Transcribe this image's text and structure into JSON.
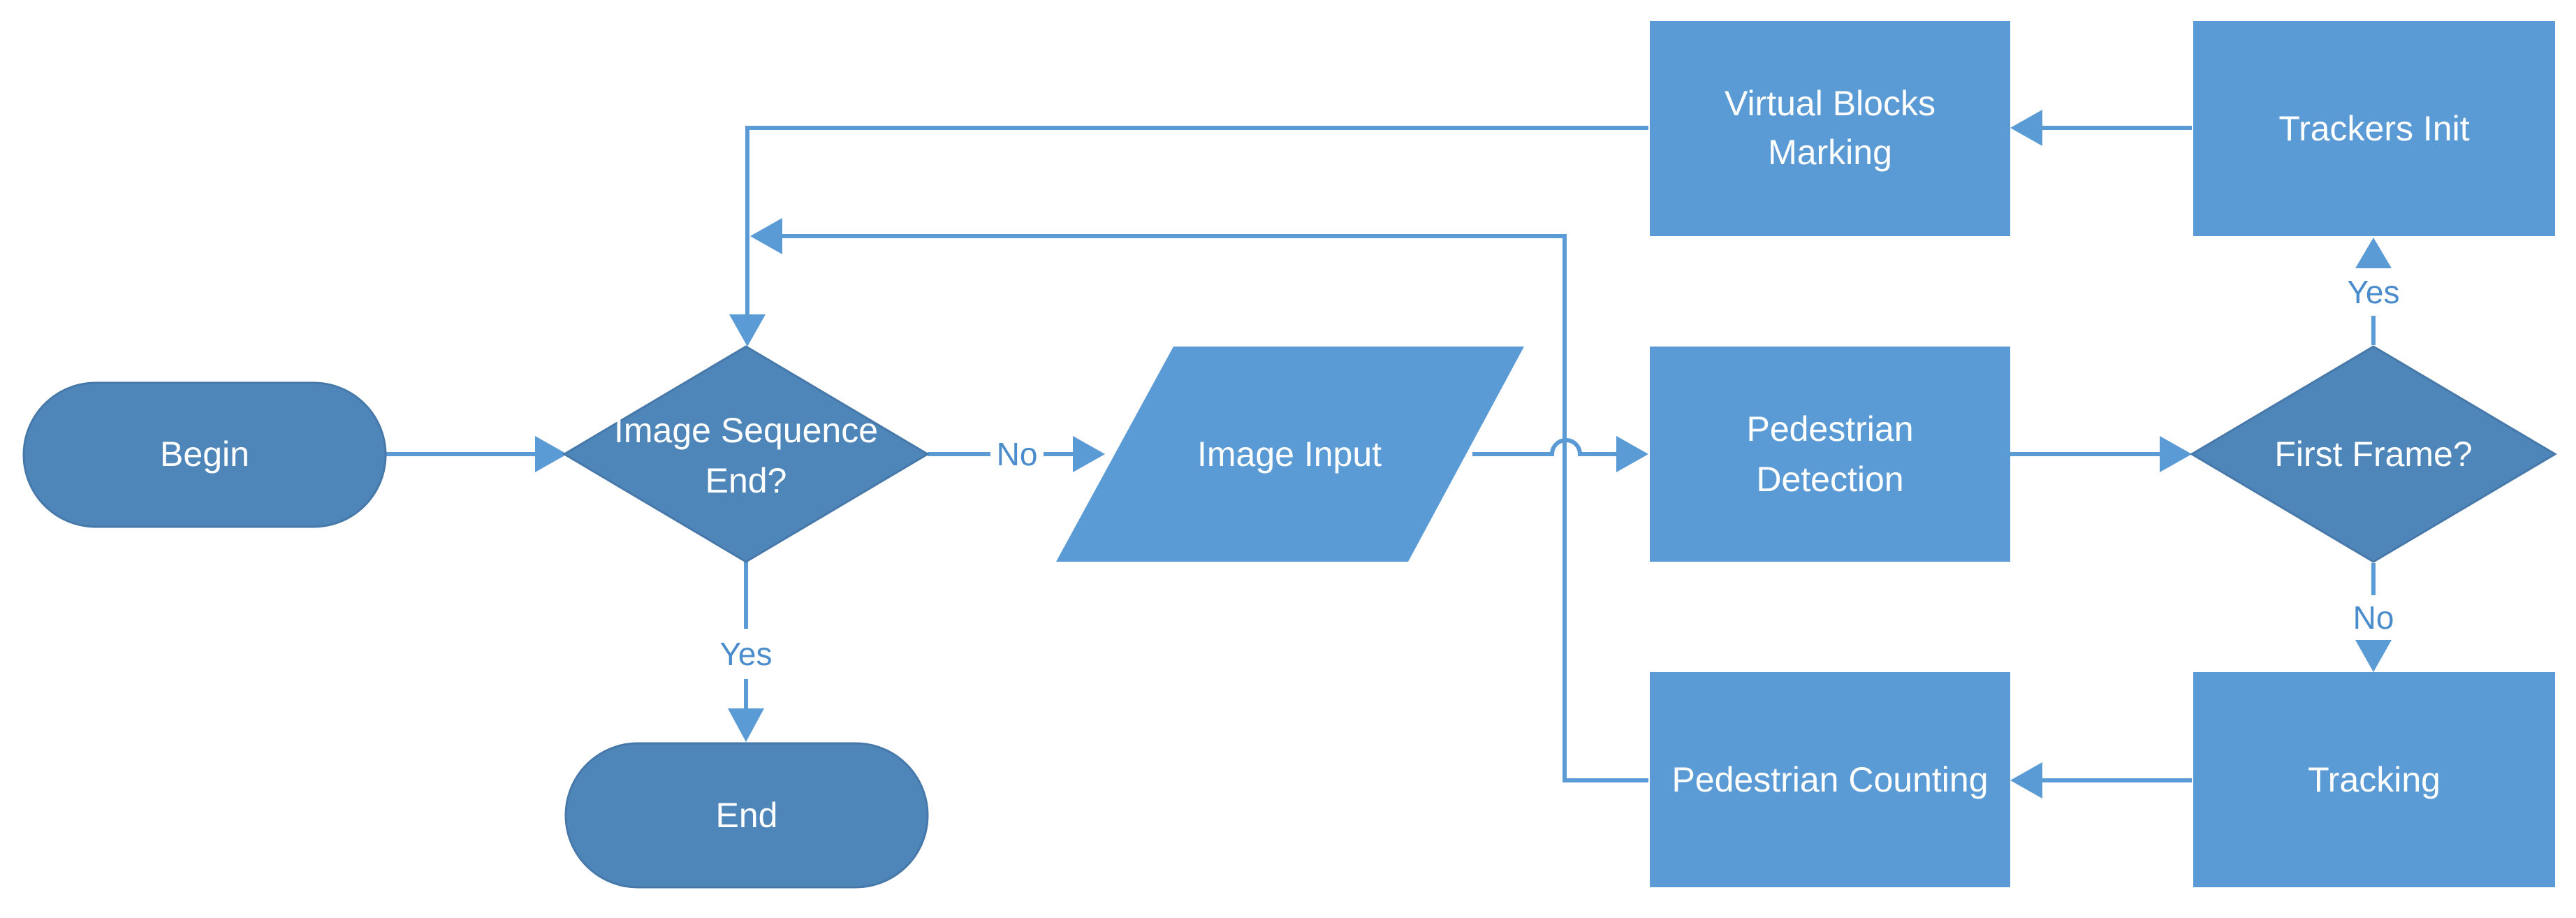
{
  "colors": {
    "terminal_fill": "#4f86ba",
    "decision_fill": "#4f86ba",
    "process_fill": "#5b9bd5",
    "edge": "#5b9bd5",
    "edge_label": "#4a8ccc",
    "node_text": "#ffffff"
  },
  "nodes": {
    "begin": "Begin",
    "seq_end_line1": "Image Sequence",
    "seq_end_line2": "End?",
    "end": "End",
    "image_input": "Image Input",
    "detection_line1": "Pedestrian",
    "detection_line2": "Detection",
    "first_frame": "First Frame?",
    "trackers_init": "Trackers Init",
    "virtual_line1": "Virtual Blocks",
    "virtual_line2": "Marking",
    "tracking": "Tracking",
    "counting": "Pedestrian Counting"
  },
  "edge_labels": {
    "no_to_input": "No",
    "yes_to_end": "Yes",
    "yes_to_init": "Yes",
    "no_to_tracking": "No"
  }
}
